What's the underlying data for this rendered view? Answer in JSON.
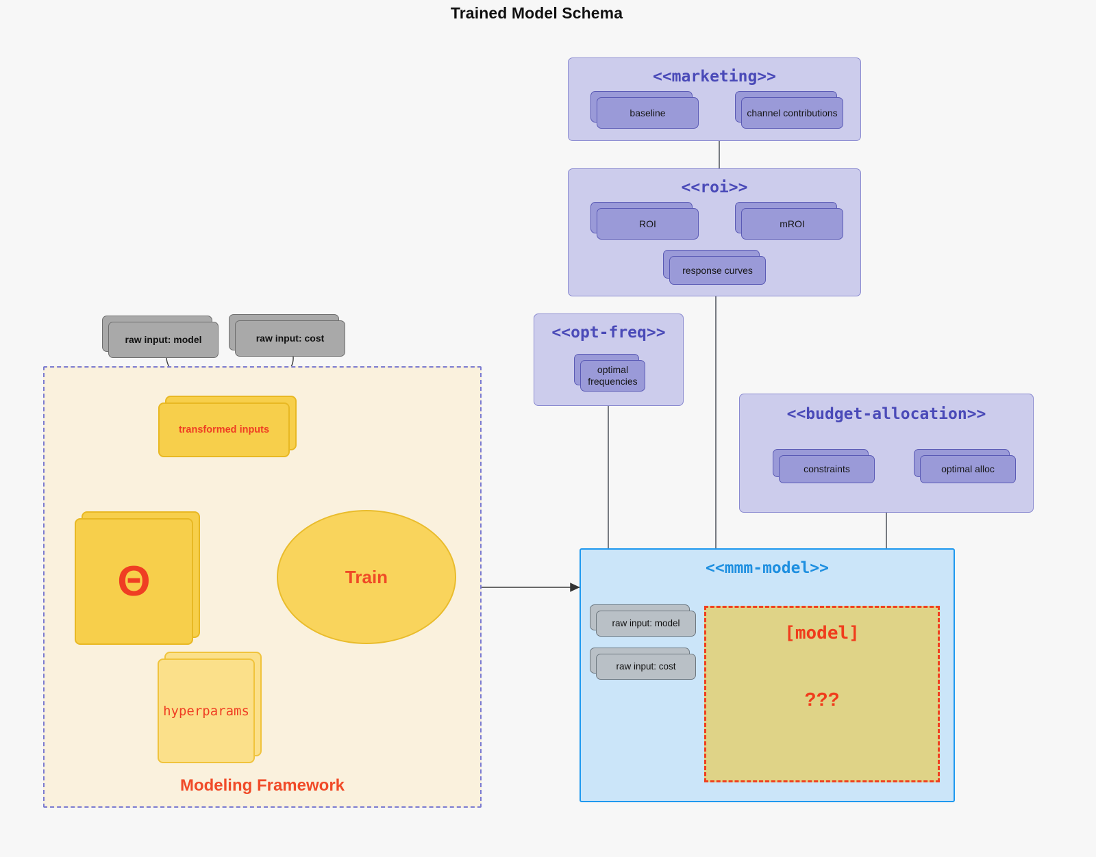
{
  "title": "Trained Model Schema",
  "packages": {
    "marketing": {
      "title": "<<marketing>>",
      "nodes": [
        {
          "label": "baseline"
        },
        {
          "label": "channel contributions"
        }
      ]
    },
    "roi": {
      "title": "<<roi>>",
      "nodes": [
        {
          "label": "ROI"
        },
        {
          "label": "mROI"
        },
        {
          "label": "response curves"
        }
      ]
    },
    "opt_freq": {
      "title": "<<opt-freq>>",
      "nodes": [
        {
          "label": "optimal\nfrequencies"
        }
      ]
    },
    "budget_allocation": {
      "title": "<<budget-allocation>>",
      "nodes": [
        {
          "label": "constraints"
        },
        {
          "label": "optimal alloc"
        }
      ]
    },
    "mmm_model": {
      "title": "<<mmm-model>>",
      "inputs": [
        {
          "label": "raw input: model"
        },
        {
          "label": "raw input: cost"
        }
      ],
      "model_box": {
        "label": "[model]",
        "unknown": "???"
      }
    }
  },
  "framework": {
    "label": "Modeling Framework",
    "raw_inputs": [
      {
        "label": "raw input: model"
      },
      {
        "label": "raw input: cost"
      }
    ],
    "transformed_inputs": {
      "label": "transformed inputs"
    },
    "theta": {
      "label": "Θ"
    },
    "hyperparams": {
      "label": "hyperparams"
    },
    "train": {
      "label": "Train"
    }
  },
  "colors": {
    "background": "#f7f7f7",
    "package_fill": "#ccccec",
    "package_border": "#8a8ad0",
    "package_title": "#4a4ab8",
    "node_fill": "#9a9ad8",
    "node_border": "#5a5ab5",
    "gray_fill": "#a9a9a9",
    "gray_border": "#6e6e6e",
    "framework_fill": "#faf1dd",
    "framework_border": "#7a7ad0",
    "yellow_fill": "#f7cf4b",
    "yellow_pale_fill": "#fbe08a",
    "yellow_border": "#e8b823",
    "accent_red": "#ef3e23",
    "mmm_fill": "#cbe5f9",
    "mmm_border": "#1e98ef",
    "mmm_title": "#1e8fe0",
    "model_fill": "#dfd387",
    "model_border": "#f04020"
  }
}
